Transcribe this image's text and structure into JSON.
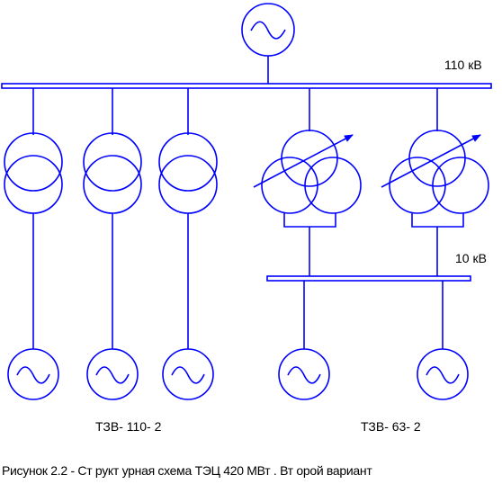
{
  "diagram": {
    "colors": {
      "line": "#0000ff",
      "text": "#000000",
      "background": "#ffffff"
    },
    "bus_110_label": "110 кВ",
    "bus_10_label": "10 кВ",
    "group_label_left": "ТЗВ- 110- 2",
    "group_label_right": "ТЗВ- 63- 2",
    "caption": "Рисунок  2.2  -   Ст рукт урная схема  ТЭЦ 420 МВт . Вт орой вариант",
    "elements": [
      {
        "kind": "system-source",
        "icon": "ac-source-icon"
      },
      {
        "kind": "bus",
        "voltage": "110 кВ"
      },
      {
        "kind": "bus",
        "voltage": "10 кВ"
      },
      {
        "kind": "two-winding-transformer",
        "count": 3,
        "icon": "two-winding-transformer-icon"
      },
      {
        "kind": "split-winding-transformer-with-regulation",
        "count": 2,
        "icon": "regulated-split-transformer-icon"
      },
      {
        "kind": "generator",
        "count": 5,
        "icon": "generator-icon"
      }
    ]
  }
}
